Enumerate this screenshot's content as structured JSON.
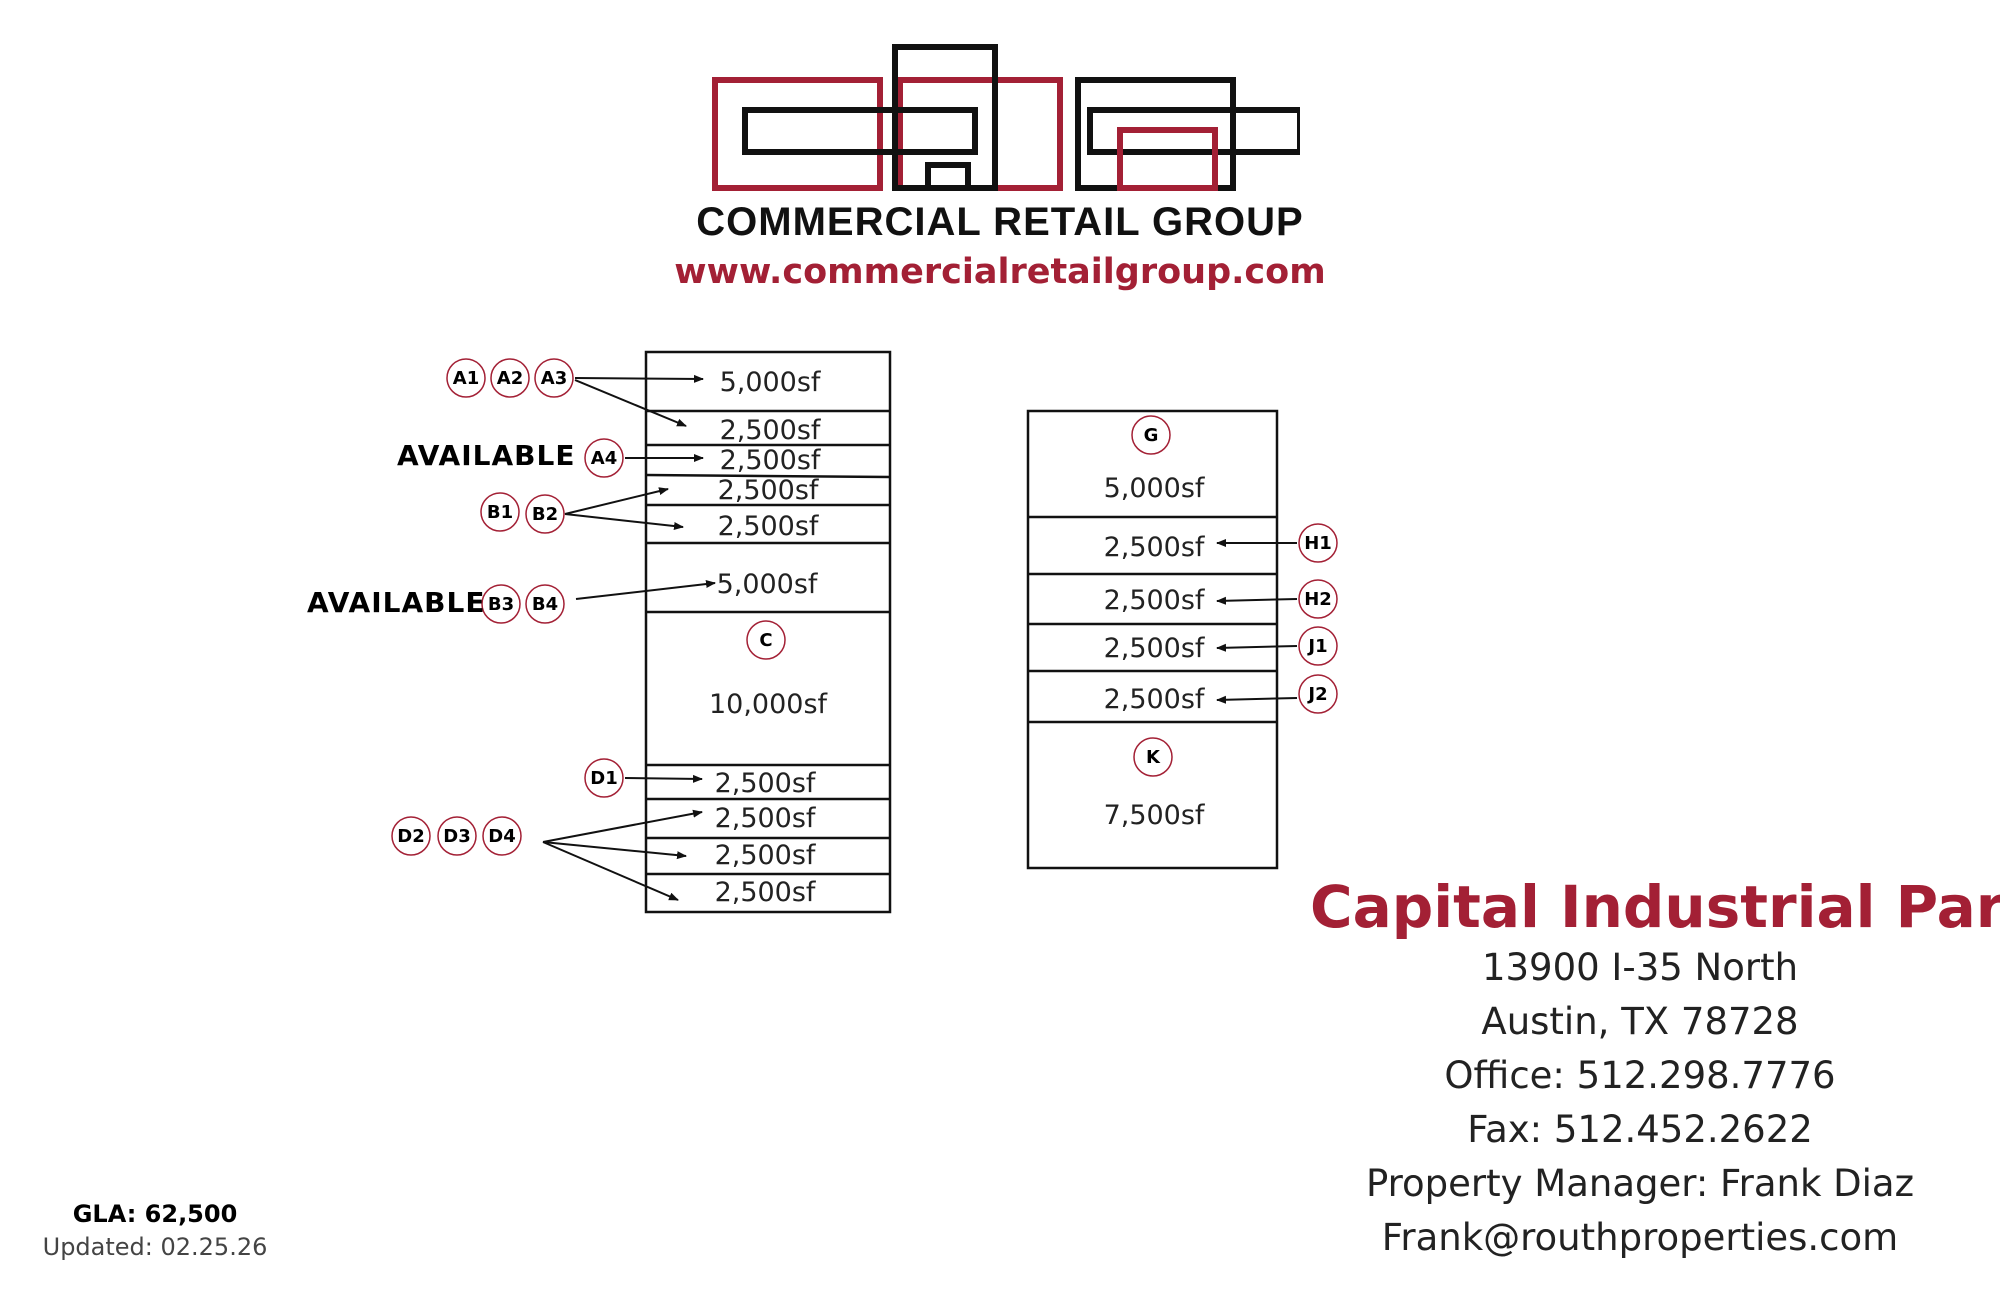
{
  "header": {
    "company": "COMMERCIAL RETAIL GROUP",
    "website": "www.commercialretailgroup.com",
    "brand_red": "#a32035"
  },
  "labels": {
    "available_a": "AVAILABLE",
    "available_b": "AVAILABLE"
  },
  "building_left": {
    "units": [
      {
        "badges": [],
        "area": "5,000sf"
      },
      {
        "badges": [],
        "area": "2,500sf"
      },
      {
        "badges": [],
        "area": "2,500sf"
      },
      {
        "badges": [],
        "area": "2,500sf"
      },
      {
        "badges": [],
        "area": "2,500sf"
      },
      {
        "badges": [],
        "area": "5,000sf"
      },
      {
        "badges": [
          "C"
        ],
        "area": "10,000sf"
      },
      {
        "badges": [],
        "area": "2,500sf"
      },
      {
        "badges": [],
        "area": "2,500sf"
      },
      {
        "badges": [],
        "area": "2,500sf"
      },
      {
        "badges": [],
        "area": "2,500sf"
      }
    ],
    "callouts": [
      "A1",
      "A2",
      "A3",
      "A4",
      "B1",
      "B2",
      "B3",
      "B4",
      "D1",
      "D2",
      "D3",
      "D4"
    ]
  },
  "building_right": {
    "units": [
      {
        "badge": "G",
        "area": "5,000sf"
      },
      {
        "badge": "",
        "area": "2,500sf"
      },
      {
        "badge": "",
        "area": "2,500sf"
      },
      {
        "badge": "",
        "area": "2,500sf"
      },
      {
        "badge": "",
        "area": "2,500sf"
      },
      {
        "badge": "K",
        "area": "7,500sf"
      }
    ],
    "callouts": [
      "H1",
      "H2",
      "J1",
      "J2"
    ]
  },
  "property": {
    "name": "Capital Industrial Park",
    "address1": "13900 I-35 North",
    "address2": "Austin, TX 78728",
    "office": "Office: 512.298.7776",
    "fax": "Fax: 512.452.2622",
    "manager": "Property Manager: Frank Diaz",
    "email": "Frank@routhproperties.com"
  },
  "footer": {
    "gla": "GLA: 62,500",
    "updated": "Updated: 02.25.26"
  }
}
